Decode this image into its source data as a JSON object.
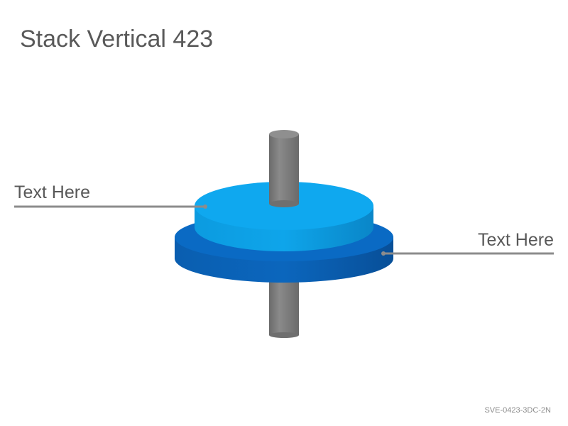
{
  "title": "Stack Vertical 423",
  "callouts": [
    {
      "label": "Text Here",
      "color": "#8c8c8c"
    },
    {
      "label": "Text Here",
      "color": "#8c8c8c"
    }
  ],
  "layers": [
    {
      "name": "top-disc",
      "top_color": "#0fa8ef",
      "side_color": "#0b8bd0"
    },
    {
      "name": "bottom-disc",
      "top_color": "#0a6ac4",
      "side_color": "#0654a3"
    }
  ],
  "shaft_color": "#7a7a7a",
  "footer_code": "SVE-0423-3DC-2N"
}
